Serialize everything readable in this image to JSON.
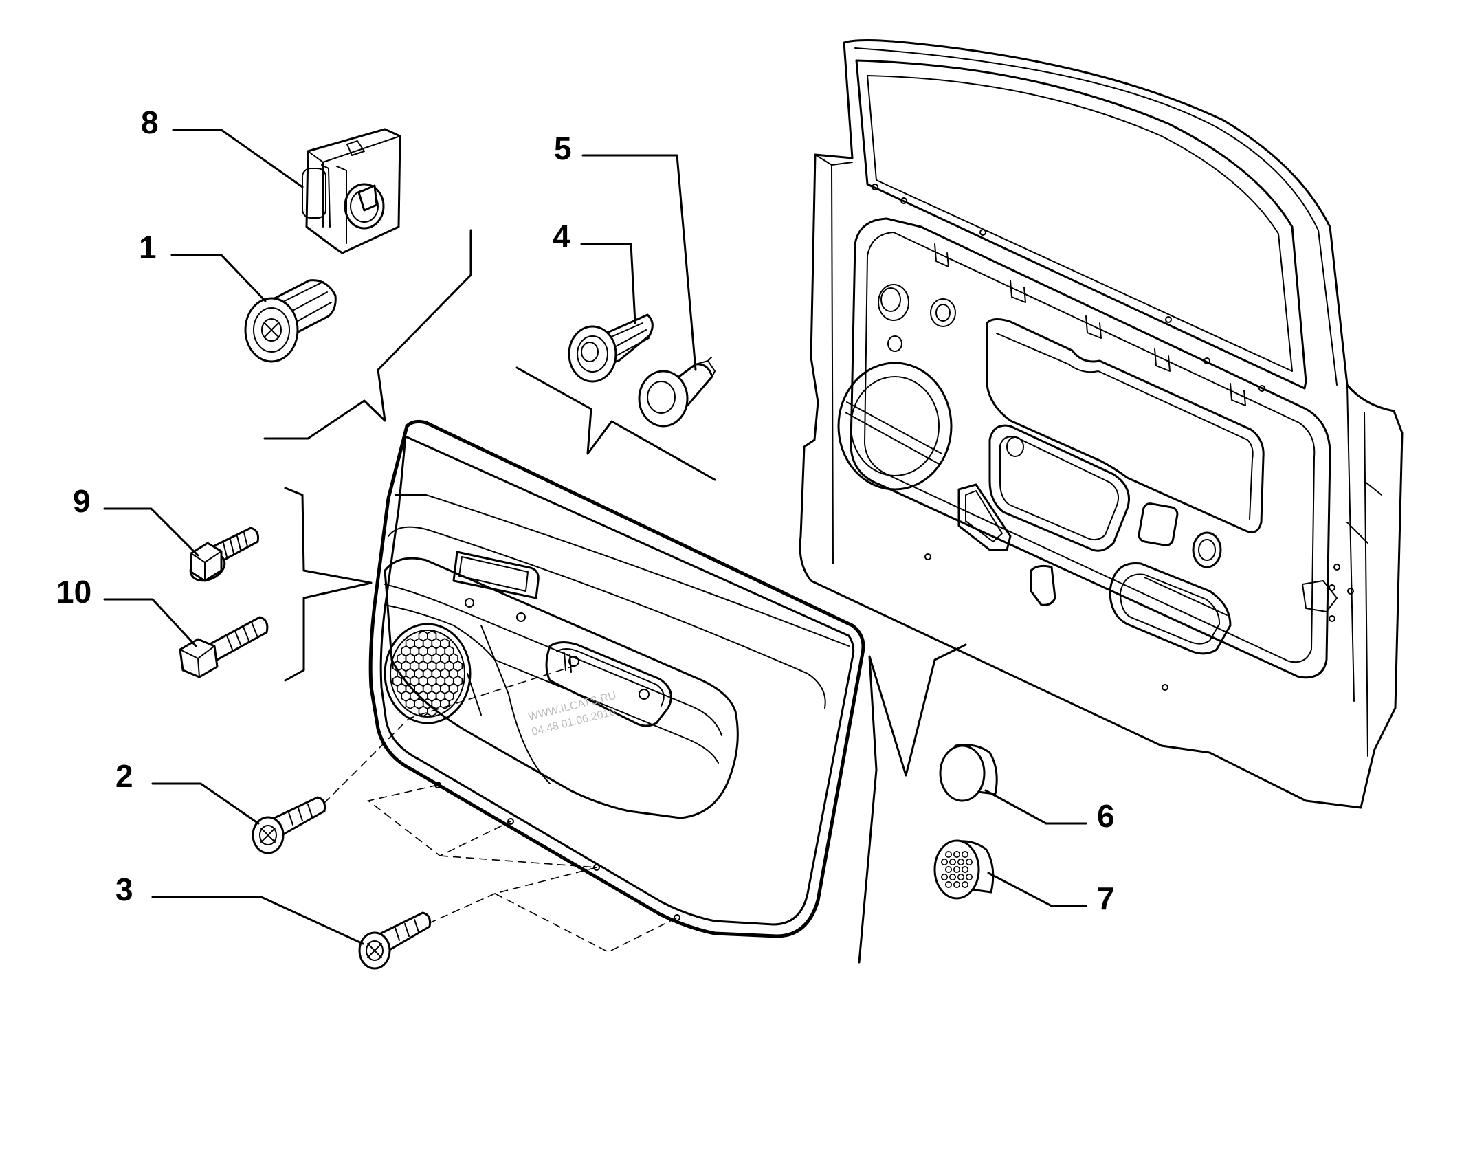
{
  "callouts": [
    {
      "id": "8",
      "label": "8",
      "part": "switch-housing"
    },
    {
      "id": "1",
      "label": "1",
      "part": "push-clip"
    },
    {
      "id": "5",
      "label": "5",
      "part": "plastic-rivet"
    },
    {
      "id": "4",
      "label": "4",
      "part": "retaining-clip"
    },
    {
      "id": "9",
      "label": "9",
      "part": "flange-bolt"
    },
    {
      "id": "10",
      "label": "10",
      "part": "hex-bolt"
    },
    {
      "id": "2",
      "label": "2",
      "part": "socket-screw"
    },
    {
      "id": "3",
      "label": "3",
      "part": "socket-screw"
    },
    {
      "id": "6",
      "label": "6",
      "part": "plug-cap"
    },
    {
      "id": "7",
      "label": "7",
      "part": "speaker-grille-cap"
    }
  ],
  "watermark": {
    "line1": "WWW.ILCATS.RU",
    "line2": "04.48 01.06.2016"
  },
  "colors": {
    "ink": "#000000",
    "background": "#ffffff",
    "watermark": "#bdbdbd"
  }
}
